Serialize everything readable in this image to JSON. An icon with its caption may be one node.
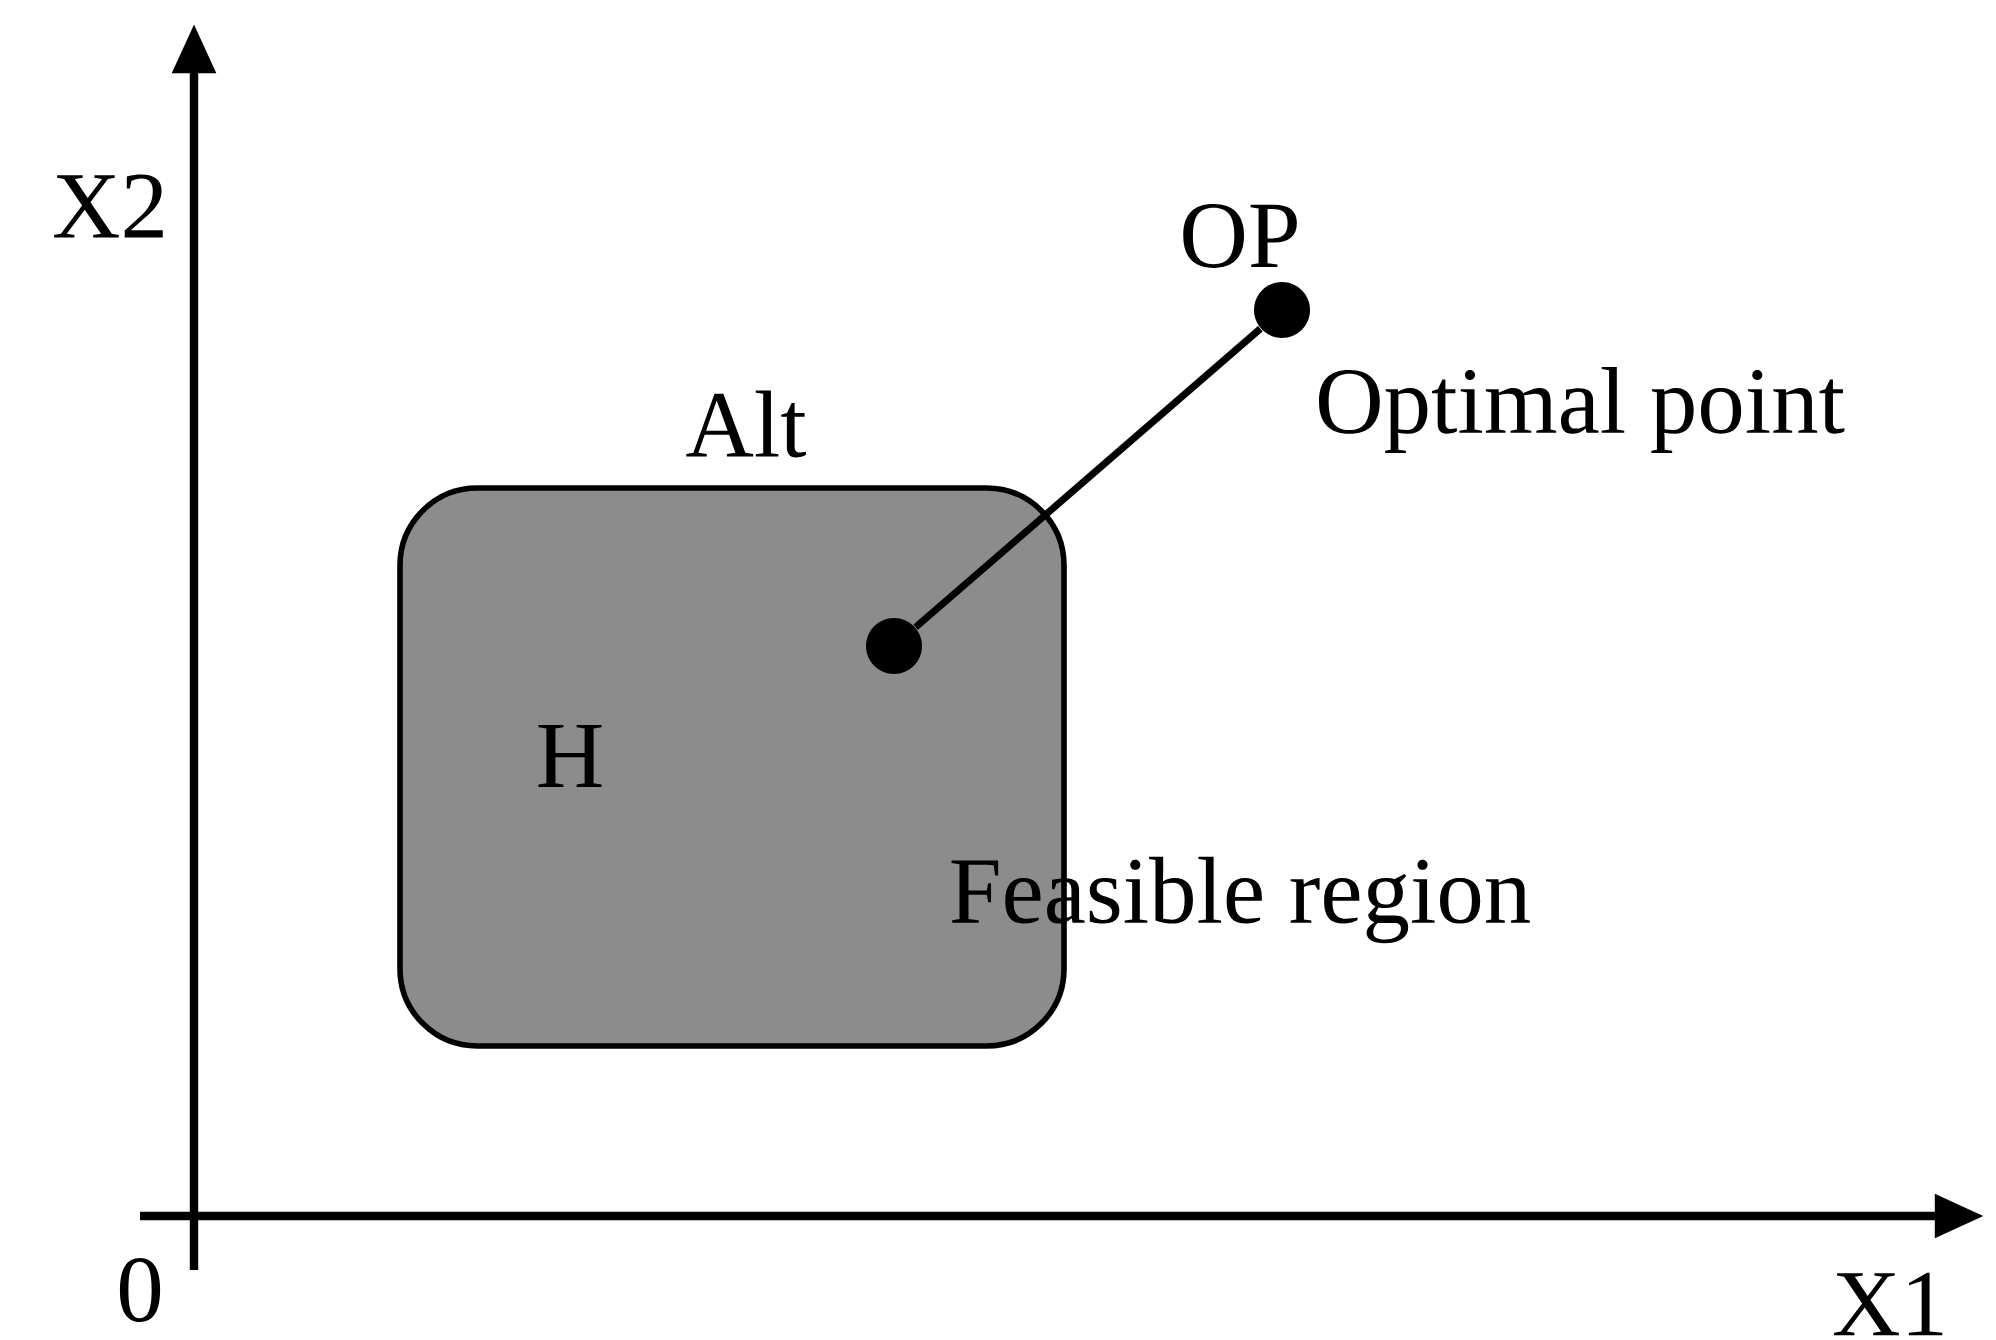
{
  "diagram": {
    "nodes": [
      {
        "text": [
          "Alt",
          "H"
        ]
      },
      {
        "text": [],
        "shape": "circle",
        "in": 0
      },
      {
        "text": [],
        "shape": "circle",
        "beside": [
          "OP",
          "Optimal point"
        ]
      }
    ],
    "edges": [
      {
        "from": 1,
        "to": 2,
        "arrow": "none"
      }
    ],
    "labels": [
      "X2",
      "0",
      "X1",
      "Feasible region"
    ]
  }
}
